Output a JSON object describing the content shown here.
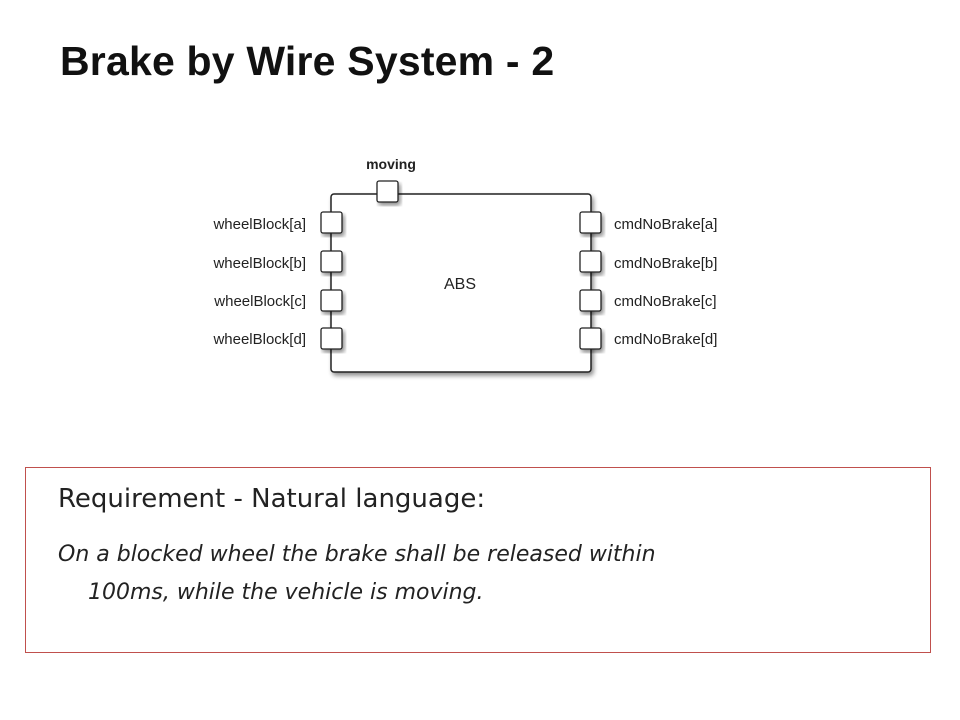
{
  "slide": {
    "title": "Brake by Wire System - 2"
  },
  "diagram": {
    "component_label": "ABS",
    "top_port_label": "moving",
    "left_ports": [
      "wheelBlock[a]",
      "wheelBlock[b]",
      "wheelBlock[c]",
      "wheelBlock[d]"
    ],
    "right_ports": [
      "cmdNoBrake[a]",
      "cmdNoBrake[b]",
      "cmdNoBrake[c]",
      "cmdNoBrake[d]"
    ]
  },
  "requirement": {
    "heading": "Requirement  - Natural language:",
    "line1": "On a blocked wheel the brake shall be released within",
    "line2": "100ms, while the vehicle is moving."
  },
  "colors": {
    "box_border": "#c0504d",
    "diagram_stroke": "#222222"
  }
}
